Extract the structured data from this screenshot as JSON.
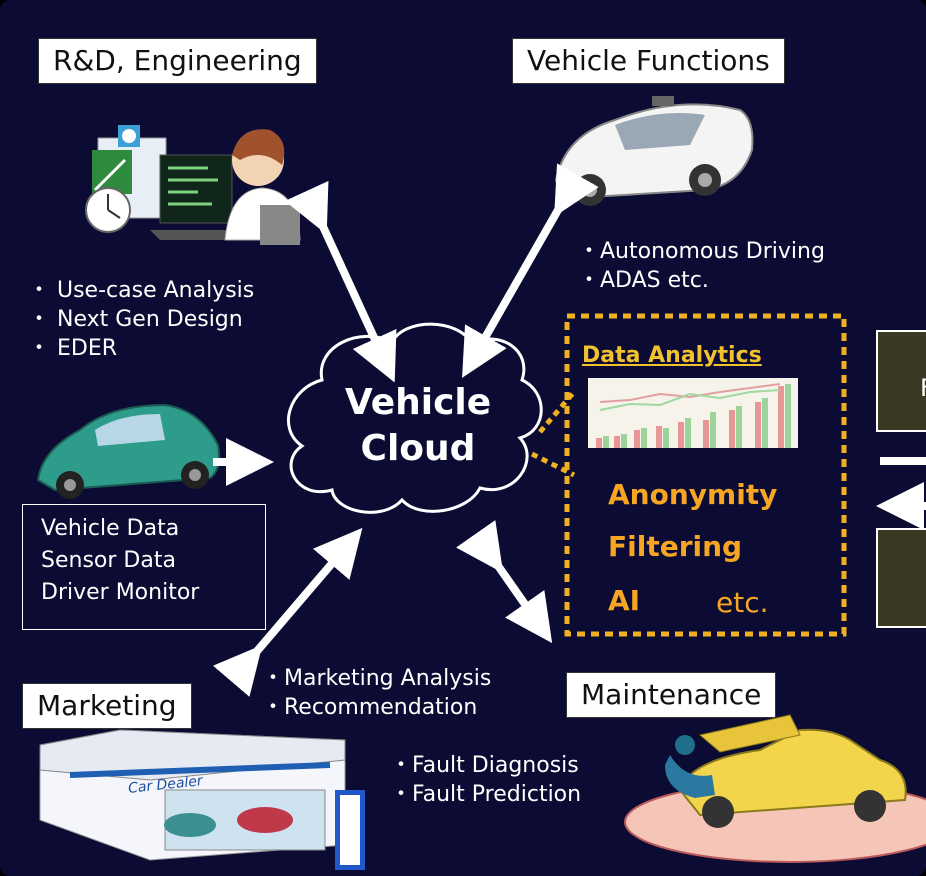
{
  "labels": {
    "rd_engineering": "R&D, Engineering",
    "vehicle_functions": "Vehicle Functions",
    "marketing": "Marketing",
    "maintenance": "Maintenance"
  },
  "cloud": {
    "line1": "Vehicle",
    "line2": "Cloud"
  },
  "rd_bullets": [
    "・ Use-case Analysis",
    "・ Next Gen Design",
    "・ EDER"
  ],
  "vf_bullets": [
    "・Autonomous Driving",
    "・ADAS  etc."
  ],
  "vehicle_data": [
    "Vehicle Data",
    "Sensor Data",
    "Driver Monitor"
  ],
  "data_analytics": {
    "title": "Data Analytics",
    "items": [
      "Anonymity",
      "Filtering",
      "AI"
    ],
    "etc": "etc."
  },
  "marketing_bullets": [
    "・Marketing Analysis",
    "・Recommendation"
  ],
  "maintenance_bullets": [
    "・Fault Diagnosis",
    "・Fault Prediction"
  ],
  "dealer_sign": "Car Dealer",
  "right_box_partial": "F",
  "colors": {
    "background": "#0b0b33",
    "accent_orange": "#f6a623",
    "title_gold": "#f2c22c",
    "dashed_border": "#f0b020"
  }
}
